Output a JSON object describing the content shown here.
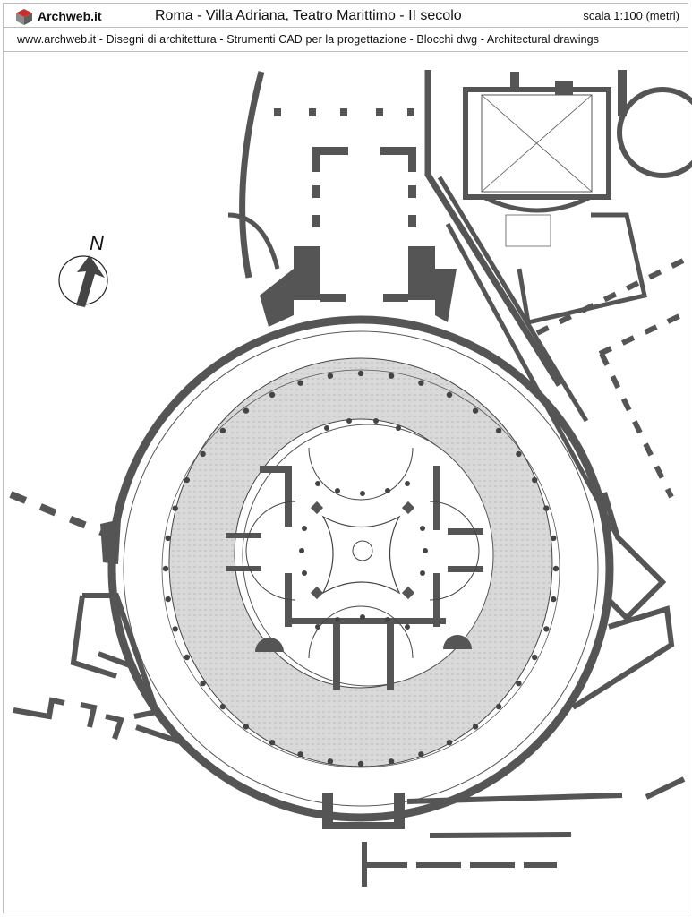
{
  "header": {
    "brand": "Archweb.it",
    "title": "Roma - Villa Adriana, Teatro Marittimo - II secolo",
    "scale": "scala 1:100 (metri)"
  },
  "subheader": {
    "text": "www.archweb.it  -   Disegni di architettura - Strumenti CAD  per la progettazione - Blocchi dwg  -  Architectural drawings"
  },
  "compass": {
    "label": "N"
  },
  "icons": {
    "logo": "archweb-cube-logo",
    "compass": "north-arrow-icon"
  },
  "colors": {
    "wall": "#555555",
    "moat_fill": "#d9d9d9",
    "line": "#333333",
    "logo_red": "#c9302c",
    "logo_grey": "#8a8a8a"
  }
}
